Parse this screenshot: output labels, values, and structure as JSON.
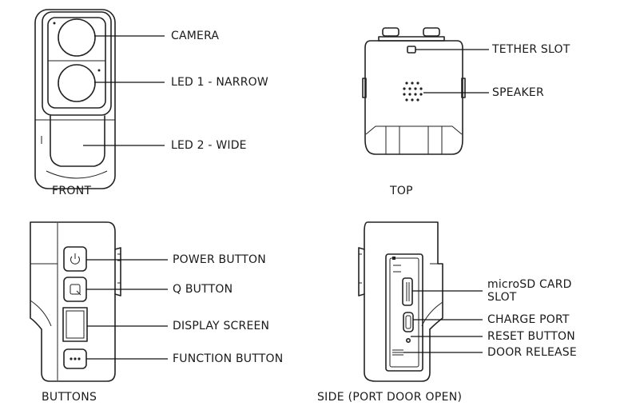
{
  "views": {
    "front": {
      "title": "FRONT",
      "callouts": [
        "CAMERA",
        "LED 1 - NARROW",
        "LED 2 - WIDE"
      ]
    },
    "top": {
      "title": "TOP",
      "callouts": [
        "TETHER SLOT",
        "SPEAKER"
      ]
    },
    "buttons": {
      "title": "BUTTONS",
      "callouts": [
        "POWER BUTTON",
        "Q BUTTON",
        "DISPLAY SCREEN",
        "FUNCTION BUTTON"
      ]
    },
    "side": {
      "title": "SIDE (PORT DOOR OPEN)",
      "callouts": [
        "microSD CARD SLOT",
        "CHARGE PORT",
        "RESET BUTTON",
        "DOOR RELEASE"
      ]
    }
  },
  "icons": {
    "power": "power-icon",
    "q": "q-icon",
    "function": "three-dots-icon"
  }
}
